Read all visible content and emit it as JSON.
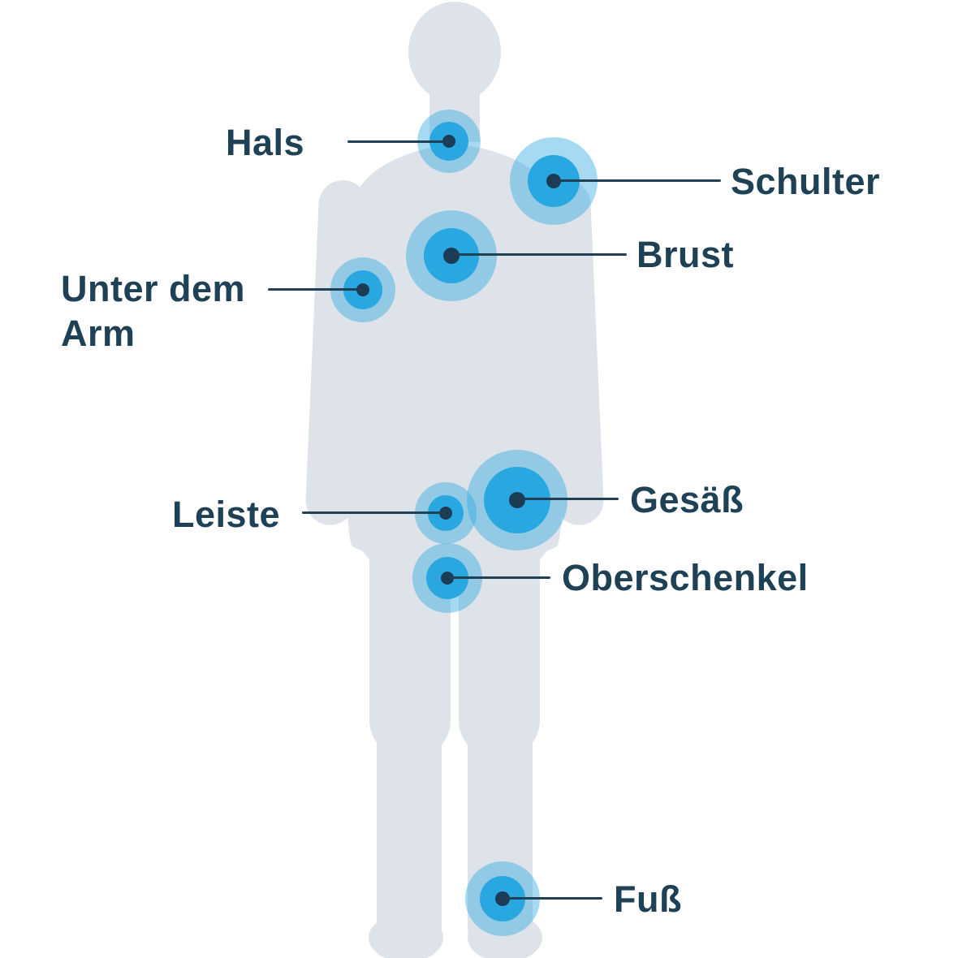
{
  "diagram": {
    "type": "body-map",
    "markers": [
      {
        "id": "hals",
        "label": "Hals"
      },
      {
        "id": "schulter",
        "label": "Schulter"
      },
      {
        "id": "brust",
        "label": "Brust"
      },
      {
        "id": "unter-dem-arm",
        "label": "Unter dem Arm"
      },
      {
        "id": "leiste",
        "label": "Leiste"
      },
      {
        "id": "gesaess",
        "label": "Gesäß"
      },
      {
        "id": "oberschenkel",
        "label": "Oberschenkel"
      },
      {
        "id": "fuss",
        "label": "Fuß"
      }
    ],
    "colors": {
      "marker_halo": "rgba(42,167,224,0.42)",
      "marker_ring": "#29a7e0",
      "marker_dot": "#1c3c55",
      "label_text": "#1e4156",
      "connector_line": "#1e4156",
      "silhouette": "#dde3e9",
      "background": "#ffffff"
    }
  }
}
